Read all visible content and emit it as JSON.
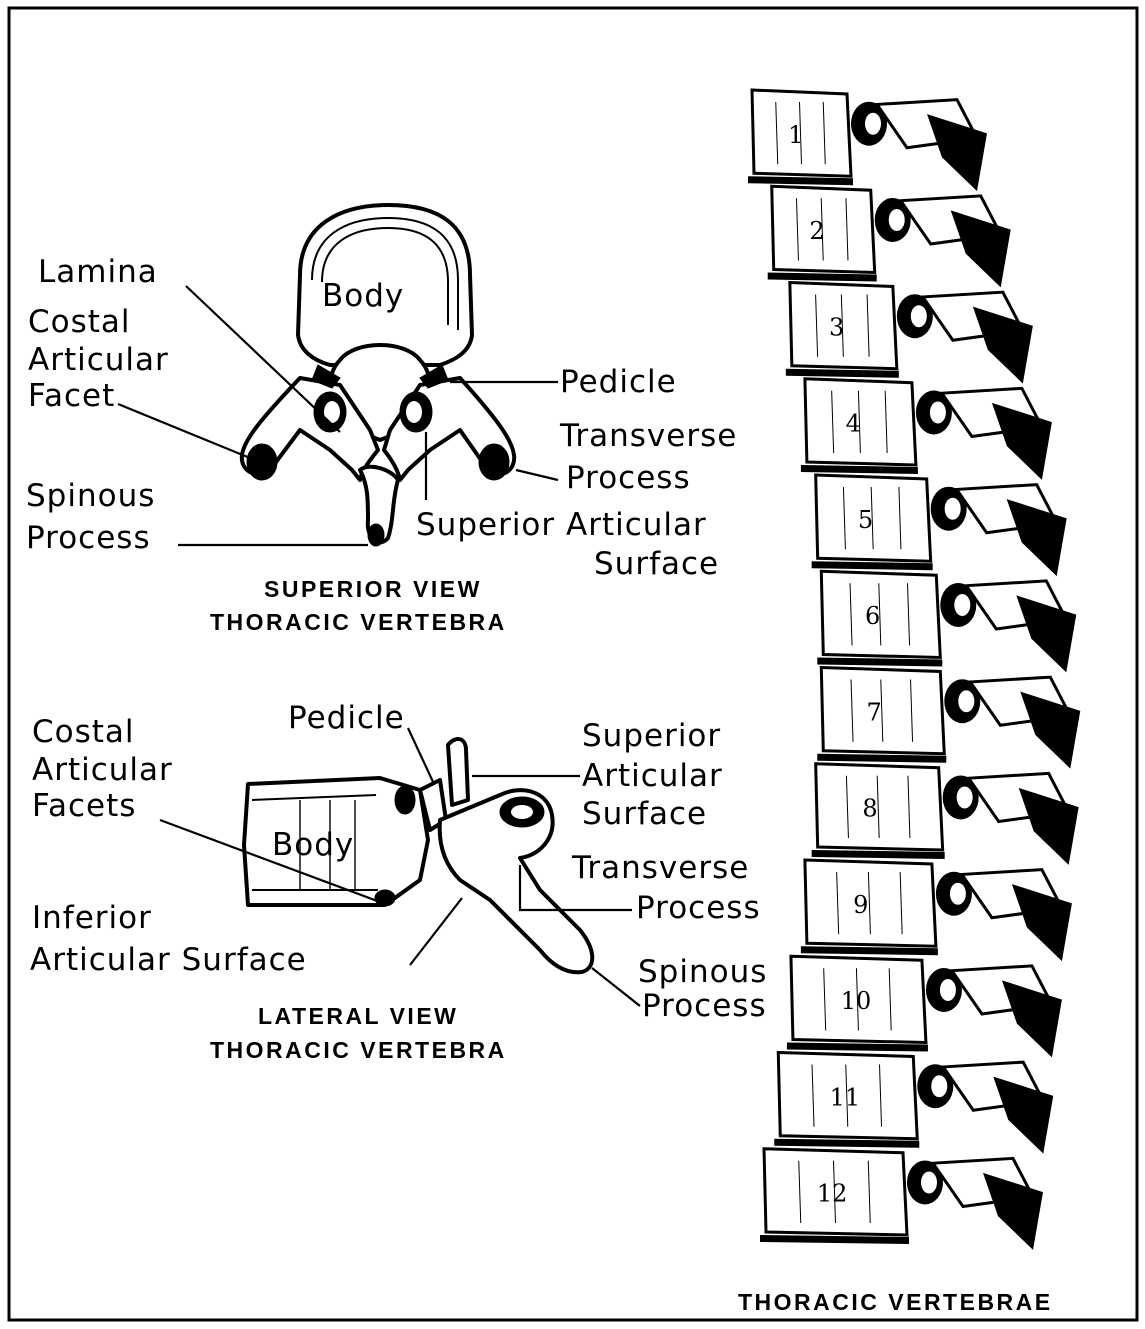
{
  "superior_view": {
    "caption_line1": "SUPERIOR VIEW",
    "caption_line2": "THORACIC VERTEBRA",
    "labels": {
      "body": "Body",
      "lamina": "Lamina",
      "costal_1": "Costal",
      "costal_2": "Articular",
      "costal_3": "Facet",
      "pedicle": "Pedicle",
      "transverse_1": "Transverse",
      "transverse_2": "Process",
      "spinous_1": "Spinous",
      "spinous_2": "Process",
      "superior_1": "Superior Articular",
      "superior_2": "Surface"
    }
  },
  "lateral_view": {
    "caption_line1": "LATERAL VIEW",
    "caption_line2": "THORACIC VERTEBRA",
    "labels": {
      "pedicle": "Pedicle",
      "costal_1": "Costal",
      "costal_2": "Articular",
      "costal_3": "Facets",
      "body": "Body",
      "superior_1": "Superior",
      "superior_2": "Articular",
      "superior_3": "Surface",
      "transverse_1": "Transverse",
      "transverse_2": "Process",
      "inferior_1": "Inferior",
      "inferior_2": "Articular Surface",
      "spinous_1": "Spinous",
      "spinous_2": "Process"
    }
  },
  "column": {
    "caption": "THORACIC VERTEBRAE",
    "numbers": [
      "1",
      "2",
      "3",
      "4",
      "5",
      "6",
      "7",
      "8",
      "9",
      "10",
      "11",
      "12"
    ]
  }
}
